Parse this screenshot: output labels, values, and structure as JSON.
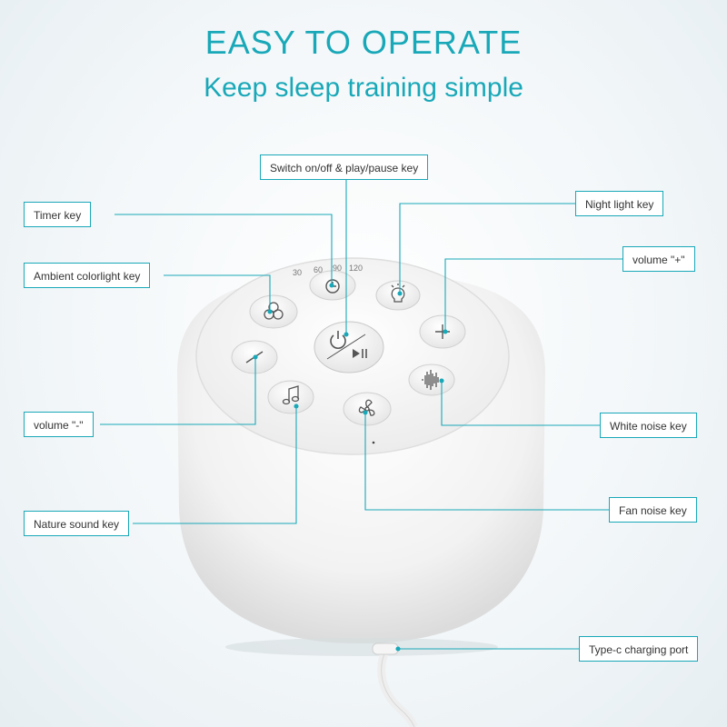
{
  "header": {
    "title": "EASY TO OPERATE",
    "subtitle": "Keep sleep training simple"
  },
  "device": {
    "timer_marks": [
      "30",
      "60",
      "90",
      "120"
    ]
  },
  "callouts": {
    "power": "Switch on/off & play/pause key",
    "timer": "Timer key",
    "night_light": "Night light key",
    "volume_up": "volume  \"+\"",
    "ambient": "Ambient colorlight key",
    "volume_down": "volume \"-\"",
    "white_noise": "White noise key",
    "nature_sound": "Nature sound key",
    "fan_noise": "Fan noise key",
    "type_c": "Type-c charging port"
  },
  "colors": {
    "accent": "#19a8b8",
    "device_body": "#f6f6f6",
    "button_icon": "#555555"
  },
  "icons": [
    "power-play-pause-icon",
    "timer-icon",
    "bulb-icon",
    "plus-icon",
    "ambient-light-icon",
    "minus-icon",
    "music-note-icon",
    "fan-icon",
    "sound-wave-icon"
  ]
}
